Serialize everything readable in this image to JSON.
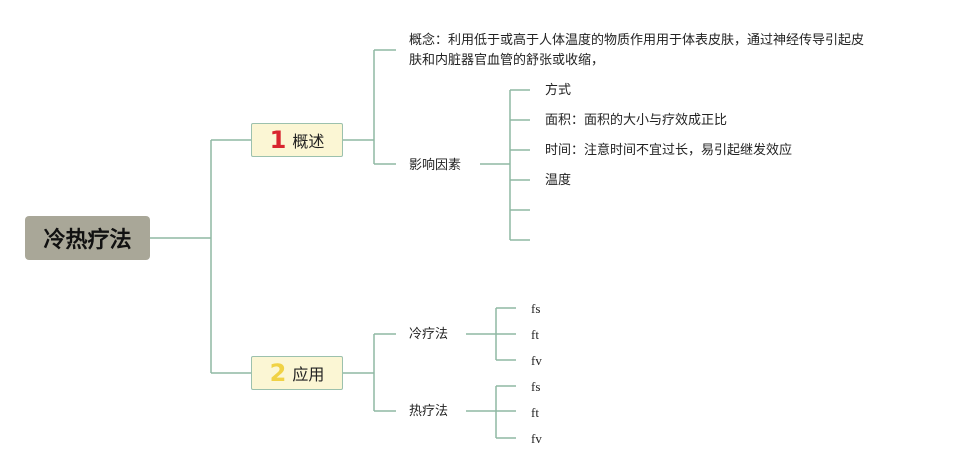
{
  "root": {
    "label": "冷热疗法"
  },
  "branch1": {
    "number": "1",
    "label": "概述",
    "number_color": "#d8252f"
  },
  "branch2": {
    "number": "2",
    "label": "应用",
    "number_color": "#f0d245"
  },
  "concept": {
    "line1": "概念：利用低于或高于人体温度的物质作用用于体表皮肤，通过神经传导引起皮",
    "line2": "肤和内脏器官血管的舒张或收缩，"
  },
  "factors": {
    "label": "影响因素",
    "items": [
      "方式",
      "面积：面积的大小与疗效成正比",
      "时间：注意时间不宜过长，易引起继发效应",
      "温度"
    ]
  },
  "cold": {
    "label": "冷疗法",
    "items": [
      "fs",
      "ft",
      "fv"
    ]
  },
  "hot": {
    "label": "热疗法",
    "items": [
      "fs",
      "ft",
      "fv"
    ]
  },
  "colors": {
    "line": "#8fb8a3",
    "root_bg": "#a9a798",
    "branch_bg": "#fbf6d4"
  }
}
